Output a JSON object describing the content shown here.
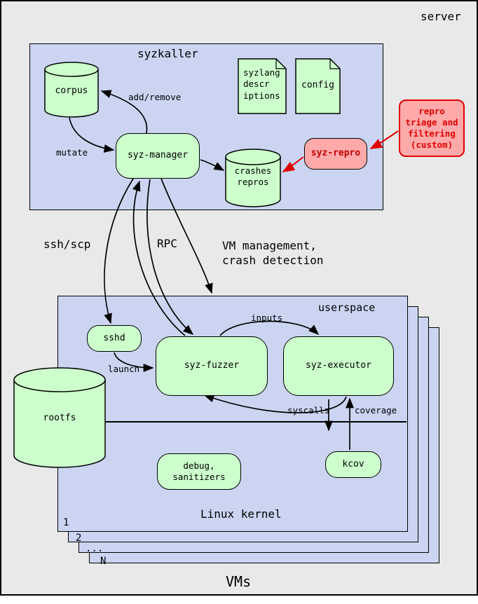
{
  "server_label": "server",
  "syzkaller": {
    "title": "syzkaller",
    "corpus": "corpus",
    "manager": "syz-manager",
    "syzlang": "syzlang\ndescr\niptions",
    "config": "config",
    "crashes": "crashes\nrepros",
    "syz_repro": "syz-repro",
    "triage": "repro\ntriage and\nfiltering\n(custom)",
    "add_remove": "add/remove",
    "mutate": "mutate"
  },
  "links": {
    "ssh_scp": "ssh/scp",
    "rpc": "RPC",
    "vm_mgmt": "VM management,\ncrash detection"
  },
  "vm": {
    "userspace": "userspace",
    "sshd": "sshd",
    "fuzzer": "syz-fuzzer",
    "executor": "syz-executor",
    "inputs": "inputs",
    "launch": "launch",
    "syscalls": "syscalls",
    "coverage": "coverage",
    "rootfs": "rootfs",
    "debug": "debug,\nsanitizers",
    "kcov": "kcov",
    "kernel": "Linux kernel",
    "stack": [
      "1",
      "2",
      "...",
      "N"
    ],
    "vms": "VMs"
  },
  "colors": {
    "box_blue": "#cbd5f2",
    "node_green": "#ccffcc",
    "alert_pink": "#ffaaaa",
    "alert_red": "#e00000"
  }
}
